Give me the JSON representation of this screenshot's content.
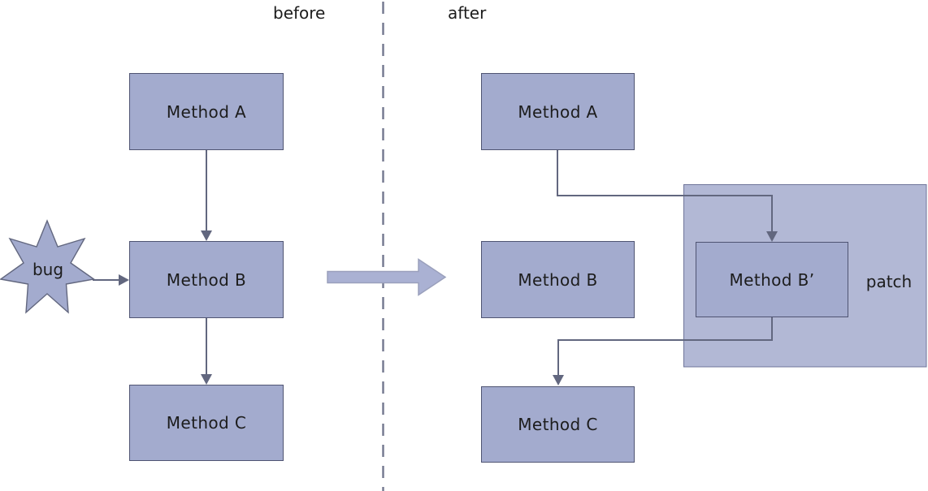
{
  "panels": {
    "before": {
      "title": "before",
      "bug_label": "bug",
      "boxes": [
        {
          "label": "Method A"
        },
        {
          "label": "Method B"
        },
        {
          "label": "Method C"
        }
      ]
    },
    "after": {
      "title": "after",
      "patch_label": "patch",
      "boxes": [
        {
          "label": "Method A"
        },
        {
          "label": "Method B"
        },
        {
          "label": "Method C"
        },
        {
          "label": "Method B’"
        }
      ]
    }
  },
  "icons": {
    "bug_star": "seven-point-star",
    "transition_arrow": "right-block-arrow"
  },
  "colors": {
    "background": "#ffffff",
    "box_fill": "#a3abce",
    "box_border": "#4f5472",
    "patch_fill": "#b2b8d5",
    "patch_border": "#6f759a",
    "connector": "#62677f",
    "big_arrow_fill": "#aab1d3",
    "big_arrow_border": "#9aa0bc",
    "divider": "#73778e",
    "text": "#1c1c1c"
  }
}
